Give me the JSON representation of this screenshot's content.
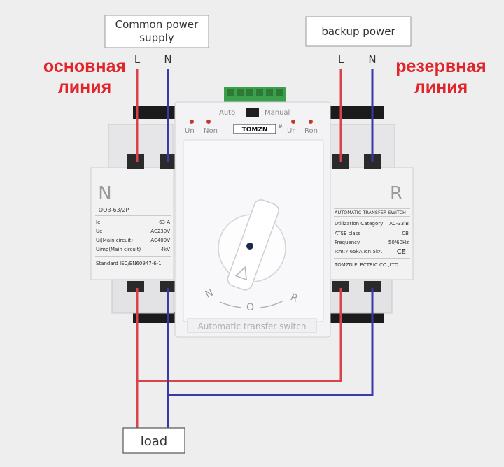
{
  "labels": {
    "common_supply": [
      "Common power",
      "supply"
    ],
    "backup_power": "backup power",
    "load": "load",
    "main_line_ru": [
      "основная",
      "линия"
    ],
    "reserve_line_ru": [
      "резервная",
      "линия"
    ],
    "main_L": "L",
    "main_N": "N",
    "backup_L": "L",
    "backup_N": "N"
  },
  "device": {
    "brand": "TOMZN",
    "registered": "®",
    "mode_auto": "Auto",
    "mode_manual": "Manual",
    "indicator_left": [
      "Un",
      "Non"
    ],
    "indicator_right": [
      "Ur",
      "Ron"
    ],
    "left_module_letter": "N",
    "right_module_letter": "R",
    "model": "TOQ3-63/2P",
    "specs_left": [
      {
        "k": "Ie",
        "v": "63 A"
      },
      {
        "k": "Ue",
        "v": "AC230V"
      },
      {
        "k": "Ui(Main circuit)",
        "v": "AC400V"
      },
      {
        "k": "Uimp(Main circuit)",
        "v": "4kV"
      }
    ],
    "standard": "Standard IEC/EN60947-6-1",
    "right_title": "AUTOMATIC TRANSFER SWITCH",
    "specs_right": [
      {
        "k": "Utilization Category",
        "v": "AC-33iB"
      },
      {
        "k": "ATSE class",
        "v": "CB"
      },
      {
        "k": "Frequency",
        "v": "50/60Hz"
      },
      {
        "k": "Icm:7.65kA Icn:5kA",
        "v": "CE"
      }
    ],
    "maker": "TOMZN ELECTRIC CO.,LTD.",
    "dial_N": "N",
    "dial_O": "O",
    "dial_R": "R",
    "front_caption": "Automatic transfer switch"
  },
  "colors": {
    "phase_wire": "#d9434a",
    "neutral_wire": "#3a3aa6",
    "ru_label": "#e0252b",
    "terminal_green": "#3aa14a",
    "background": "#eeeeef"
  }
}
